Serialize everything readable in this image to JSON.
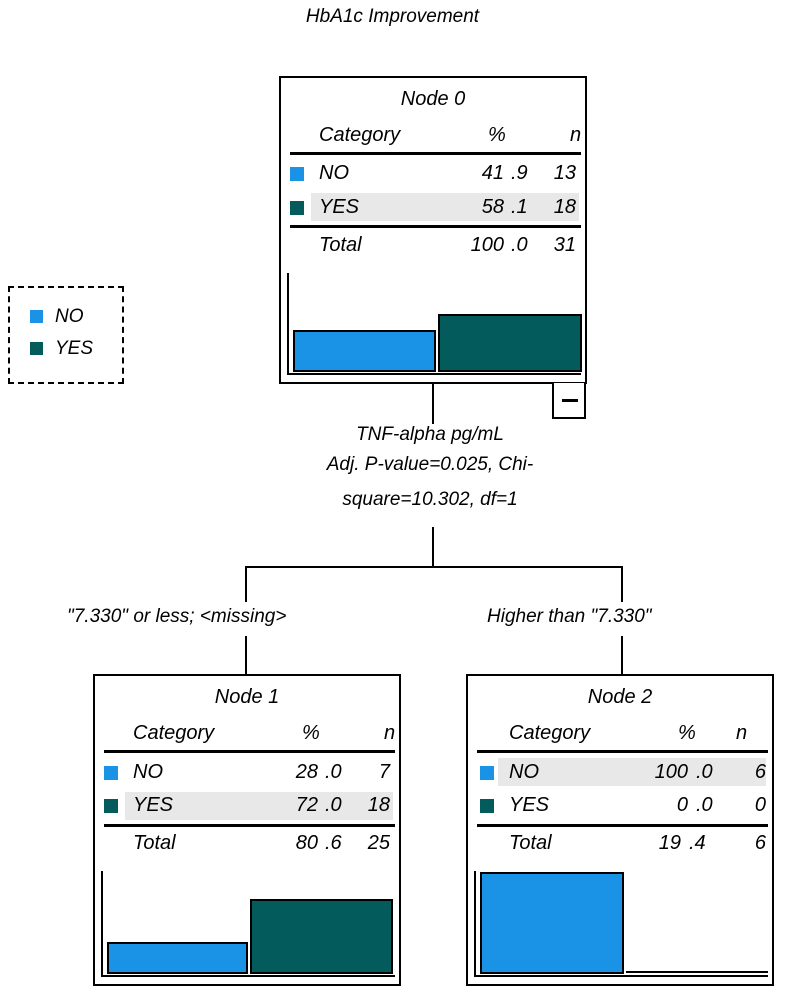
{
  "title": "HbA1c Improvement",
  "colors": {
    "no": "#1a93e6",
    "yes": "#045b5b"
  },
  "legend": {
    "items": [
      "NO",
      "YES"
    ]
  },
  "headers": {
    "category": "Category",
    "percent": "%",
    "n": "n"
  },
  "nodes": [
    {
      "title": "Node 0",
      "rows": [
        {
          "category": "NO",
          "pct_int": "41",
          "pct_dec": ".9",
          "n": "13"
        },
        {
          "category": "YES",
          "pct_int": "58",
          "pct_dec": ".1",
          "n": "18"
        }
      ],
      "total": {
        "label": "Total",
        "pct_int": "100",
        "pct_dec": ".0",
        "n": "31"
      }
    },
    {
      "title": "Node 1",
      "rows": [
        {
          "category": "NO",
          "pct_int": "28",
          "pct_dec": ".0",
          "n": "7"
        },
        {
          "category": "YES",
          "pct_int": "72",
          "pct_dec": ".0",
          "n": "18"
        }
      ],
      "total": {
        "label": "Total",
        "pct_int": "80",
        "pct_dec": ".6",
        "n": "25"
      }
    },
    {
      "title": "Node 2",
      "rows": [
        {
          "category": "NO",
          "pct_int": "100",
          "pct_dec": ".0",
          "n": "6"
        },
        {
          "category": "YES",
          "pct_int": "0",
          "pct_dec": ".0",
          "n": "0"
        }
      ],
      "total": {
        "label": "Total",
        "pct_int": "19",
        "pct_dec": ".4",
        "n": "6"
      }
    }
  ],
  "split": {
    "variable": "TNF-alpha pg/mL",
    "stats_line1": "Adj. P-value=0.025, Chi-",
    "stats_line2": "square=10.302, df=1"
  },
  "branches": {
    "left": "\"7.330\" or less;  <missing>",
    "right": "Higher than \"7.330\""
  }
}
